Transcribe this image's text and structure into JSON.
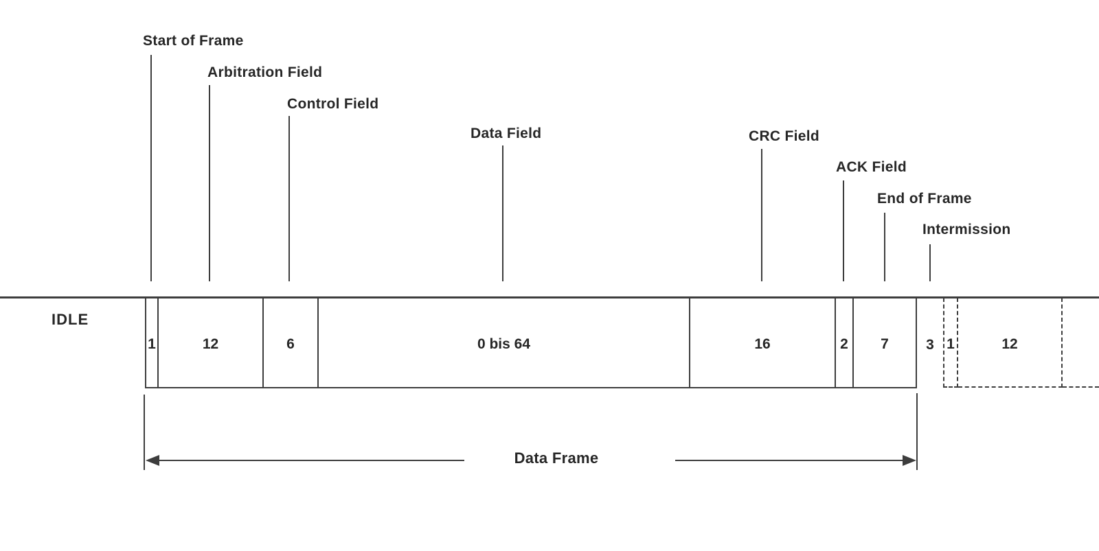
{
  "diagram": {
    "idle_label": "IDLE",
    "bracket_label": "Data Frame",
    "segments": [
      {
        "label": "Start of Frame",
        "bits": "1"
      },
      {
        "label": "Arbitration Field",
        "bits": "12"
      },
      {
        "label": "Control Field",
        "bits": "6"
      },
      {
        "label": "Data Field",
        "bits": "0 bis 64"
      },
      {
        "label": "CRC Field",
        "bits": "16"
      },
      {
        "label": "ACK Field",
        "bits": "2"
      },
      {
        "label": "End of Frame",
        "bits": "7"
      },
      {
        "label": "Intermission",
        "bits": "3"
      }
    ],
    "next_frame_segments": [
      {
        "bits": "1"
      },
      {
        "bits": "12"
      }
    ],
    "colors": {
      "background": "#ffffff",
      "line": "#3d3d3d",
      "text": "#262626"
    }
  }
}
